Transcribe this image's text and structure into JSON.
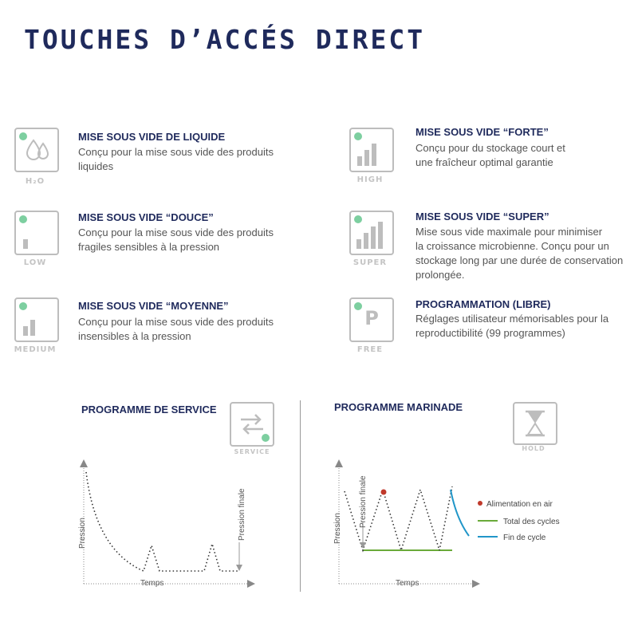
{
  "title": "TOUCHES D’ACCÉS DIRECT",
  "features": {
    "liquide": {
      "title": "MISE SOUS VIDE DE LIQUIDE",
      "desc1": "Conçu pour la mise sous vide des produits",
      "desc2": "liquides",
      "key_label": "H₂O",
      "icon": "water-drops-icon"
    },
    "douce": {
      "title": "MISE SOUS VIDE “DOUCE”",
      "desc1": "Conçu pour la mise sous vide des produits",
      "desc2": "fragiles sensibles à la pression",
      "key_label": "LOW",
      "icon": "one-bar-icon",
      "level": "1 of 5 bars"
    },
    "moyenne": {
      "title": "MISE SOUS VIDE “MOYENNE”",
      "desc1": "Conçu pour la mise sous vide des produits",
      "desc2": "insensibles à la pression",
      "key_label": "MEDIUM",
      "icon": "two-bars-icon",
      "level": "2 of 5 bars"
    },
    "forte": {
      "title": "MISE SOUS VIDE “FORTE”",
      "desc1": "Conçu pour du stockage court et",
      "desc2": "une fraîcheur optimal garantie",
      "key_label": "HIGH",
      "icon": "three-bars-icon",
      "level": "3 of 5 bars"
    },
    "super": {
      "title": "MISE SOUS VIDE “SUPER”",
      "desc1": "Mise sous vide maximale pour minimiser",
      "desc2": "la croissance microbienne. Conçu pour un",
      "desc3": "stockage long par une durée de conservation",
      "desc4": "prolongée.",
      "key_label": "SUPER",
      "icon": "four-bars-icon",
      "level": "4 of 5 bars"
    },
    "libre": {
      "title": "PROGRAMMATION (LIBRE)",
      "desc1": "Réglages utilisateur mémorisables pour la",
      "desc2": "reproductibilité (99 programmes)",
      "key_label": "FREE",
      "key_letter": "P",
      "icon": "p-letter-icon"
    }
  },
  "service": {
    "title": "PROGRAMME DE SERVICE",
    "key_label": "SERVICE",
    "icon": "cycle-arrows-icon",
    "chart": {
      "ylabel": "Pression",
      "xlabel": "Temps",
      "annotation": "Pression finale"
    }
  },
  "marinade": {
    "title": "PROGRAMME MARINADE",
    "key_label": "HOLD",
    "icon": "hourglass-icon",
    "chart": {
      "ylabel": "Pression",
      "xlabel": "Temps",
      "annotation": "Pression finale",
      "legend": [
        {
          "label": "Alimentation en air",
          "color": "#c0392b",
          "marker": "dot"
        },
        {
          "label": "Total des cycles",
          "color": "#6aaa3a",
          "marker": "line"
        },
        {
          "label": "Fin de cycle",
          "color": "#2196c8",
          "marker": "line"
        }
      ]
    }
  },
  "colors": {
    "heading": "#1f2a5c",
    "key_border": "#bdbdbd",
    "indicator": "#7dcfa0"
  }
}
